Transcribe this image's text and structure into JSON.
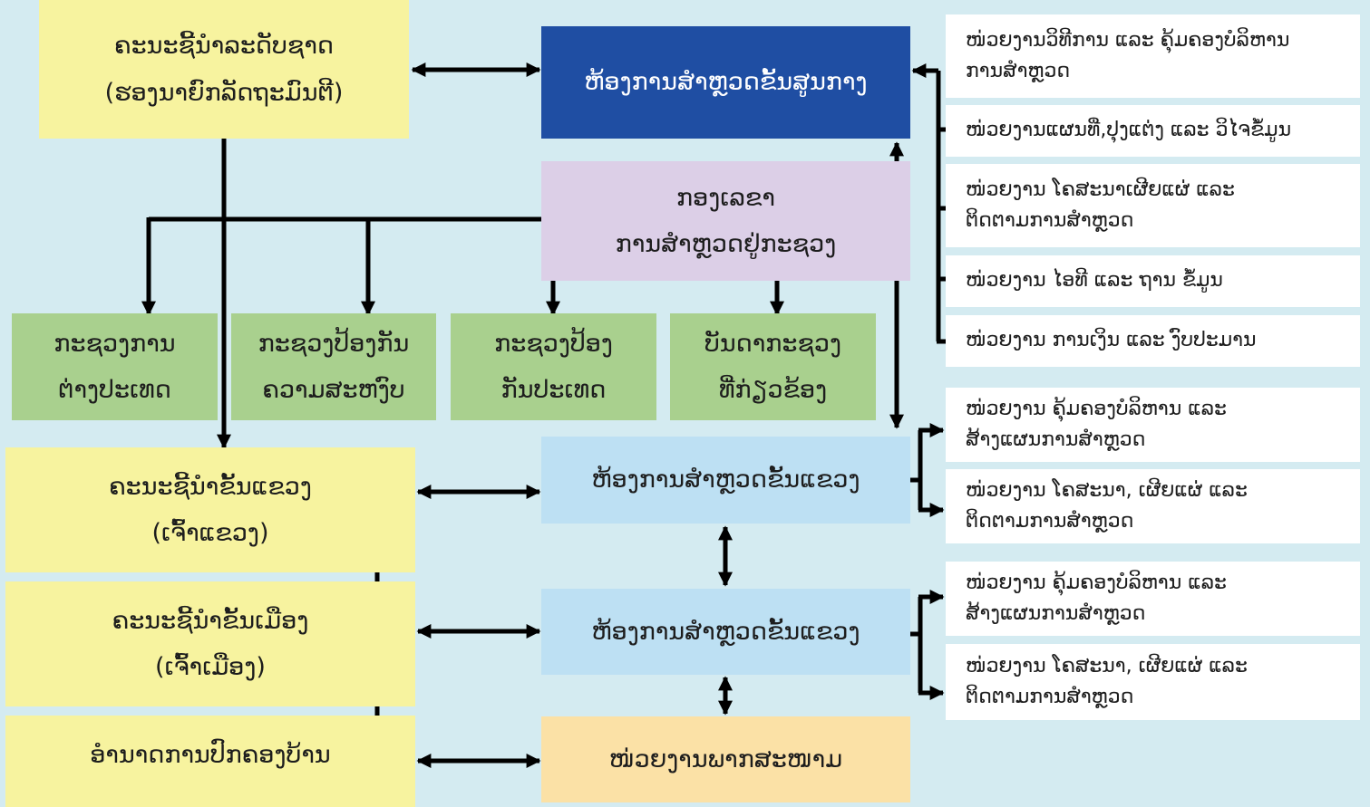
{
  "colors": {
    "background": "#d4ebf1",
    "yellow": "#f7f39f",
    "dark_blue": "#1f4ea3",
    "purple": "#dccfe7",
    "green": "#a9d08e",
    "light_blue": "#bde0f3",
    "orange": "#fbe1a6",
    "connector": "#000000"
  },
  "left": {
    "national": {
      "line1": "ຄະນະຊີ້ນຳລະດັບຊາດ",
      "line2": "(ຮອງນາຍົກລັດຖະມົນຕີ)"
    },
    "provincial": {
      "line1": "ຄະນະຊີ້ນຳຂັ້ນແຂວງ",
      "line2": "(ເຈົ້າແຂວງ)"
    },
    "district": {
      "line1": "ຄະນະຊີ້ນຳຂັ້ນເມືອງ",
      "line2": "(ເຈົ້າເມືອງ)"
    },
    "village": {
      "line1": "ອຳນາດການປົກຄອງບ້ານ"
    }
  },
  "center": {
    "central_office": {
      "label": "ຫ້ອງການສຳຫຼວດຂັ້ນສູນກາງ"
    },
    "secretariat": {
      "line1": "ກອງເລຂາ",
      "line2": "ການສຳຫຼວດຢູ່ກະຊວງ"
    },
    "provincial_office": {
      "label": "ຫ້ອງການສຳຫຼວດຂັ້ນແຂວງ"
    },
    "district_office": {
      "label": "ຫ້ອງການສຳຫຼວດຂັ້ນແຂວງ"
    },
    "field_unit": {
      "label": "ໜ່ວຍງານພາກສະໜາມ"
    }
  },
  "ministries": [
    {
      "line1": "ກະຊວງການ",
      "line2": "ຕ່າງປະເທດ"
    },
    {
      "line1": "ກະຊວງປ້ອງກັນ",
      "line2": "ຄວາມສະຫງົບ"
    },
    {
      "line1": "ກະຊວງປ້ອງ",
      "line2": "ກັນປະເທດ"
    },
    {
      "line1": "ບັນດາກະຊວງ",
      "line2": "ທີ່ກ່ຽວຂ້ອງ"
    }
  ],
  "central_units": [
    {
      "line1": "ໜ່ວຍງານວິທີການ ແລະ ຄຸ້ມຄອງບໍລິຫານ",
      "line2": "ການສຳຫຼວດ"
    },
    {
      "line1": "ໜ່ວຍງານແຜນທີ່,ປຸງແຕ່ງ ແລະ ວິໄຈຂໍ້ມູນ",
      "line2": ""
    },
    {
      "line1": "ໜ່ວຍງານ ໂຄສະນາເຜີຍແຜ່ ແລະ",
      "line2": "ຕິດຕາມການສຳຫຼວດ"
    },
    {
      "line1": "ໜ່ວຍງານ ໄອທີ ແລະ ຖານ ຂໍ້ມູນ",
      "line2": ""
    },
    {
      "line1": "ໜ່ວຍງານ ການເງິນ ແລະ ງົບປະມານ",
      "line2": ""
    }
  ],
  "provincial_units": [
    {
      "line1": "ໜ່ວຍງານ ຄຸ້ມຄອງບໍລິຫານ ແລະ",
      "line2": "ສ້າງແຜນການສຳຫຼວດ"
    },
    {
      "line1": "ໜ່ວຍງານ ໂຄສະນາ, ເຜີຍແຜ່ ແລະ",
      "line2": "ຕິດຕາມການສຳຫຼວດ"
    }
  ],
  "district_units": [
    {
      "line1": "ໜ່ວຍງານ ຄຸ້ມຄອງບໍລິຫານ ແລະ",
      "line2": "ສ້າງແຜນການສຳຫຼວດ"
    },
    {
      "line1": "ໜ່ວຍງານ ໂຄສະນາ, ເຜີຍແຜ່ ແລະ",
      "line2": "ຕິດຕາມການສຳຫຼວດ"
    }
  ]
}
